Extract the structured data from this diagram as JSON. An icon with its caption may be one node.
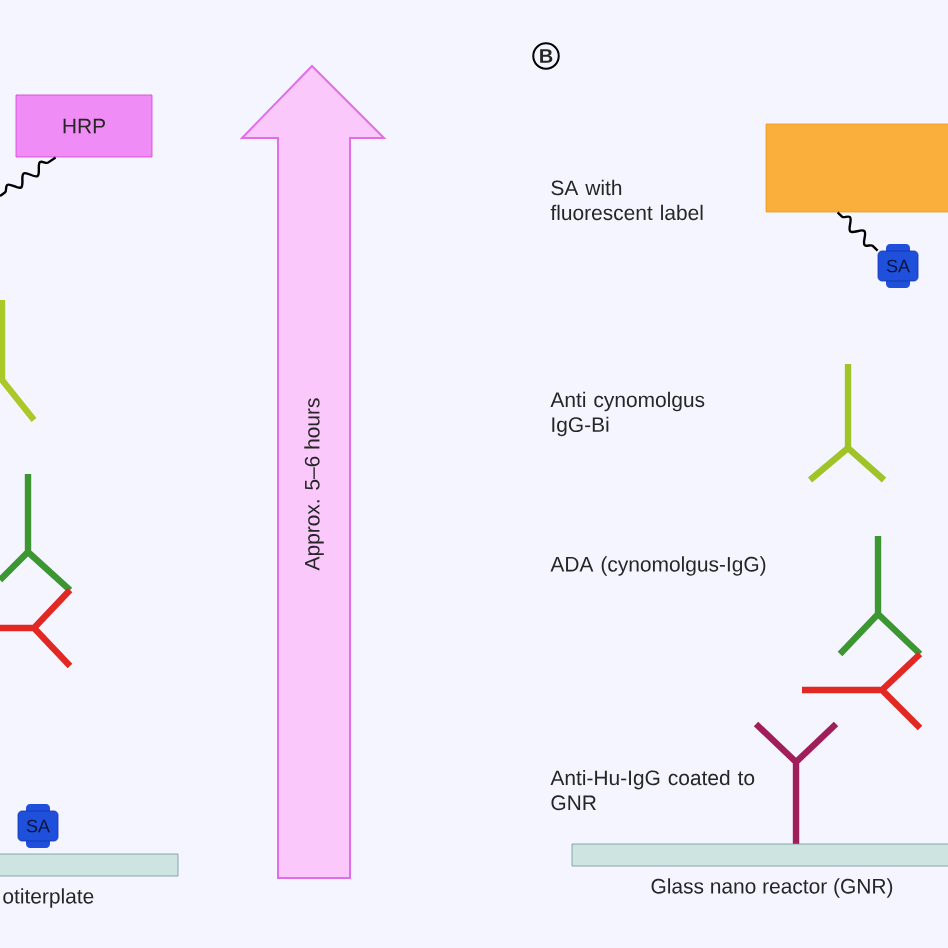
{
  "diagram": {
    "nodes": [
      {
        "text": [
          "HRP"
        ]
      },
      {
        "text": [
          "SA"
        ]
      },
      {
        "text": [
          "otiterplate"
        ]
      },
      {
        "text": [
          "Approx. 5–6 hours"
        ]
      },
      {
        "text": [],
        "shape": "box"
      },
      {
        "text": [
          "SA"
        ]
      },
      {
        "text": [
          "Glass nano reactor (GNR)"
        ]
      }
    ],
    "edges": [
      {
        "from": null,
        "to": 0,
        "arrow": "none"
      },
      {
        "from": 4,
        "to": 5,
        "arrow": "none"
      }
    ],
    "labels": [
      "B",
      "SA with fluorescent label",
      "Anti cynomolgus IgG-Bi",
      "ADA (cynomolgus-IgG)",
      "Anti-Hu-IgG coated to GNR"
    ]
  }
}
